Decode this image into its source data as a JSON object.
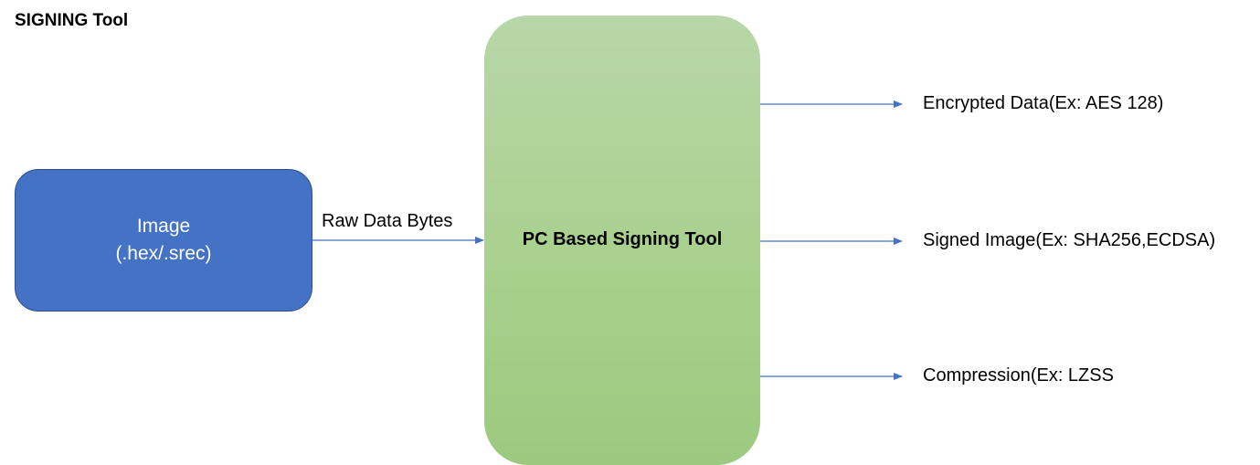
{
  "title": "SIGNING Tool",
  "source": {
    "line1": "Image",
    "line2": "(.hex/.srec)",
    "color": "#4472c4"
  },
  "edge_label": "Raw Data Bytes",
  "tool": {
    "label": "PC Based Signing Tool",
    "color": "#a9d08e"
  },
  "outputs": [
    {
      "label": "Encrypted Data(Ex: AES 128)"
    },
    {
      "label": "Signed Image(Ex: SHA256,ECDSA)"
    },
    {
      "label": "Compression(Ex: LZSS"
    }
  ],
  "arrow_color": "#4472c4"
}
